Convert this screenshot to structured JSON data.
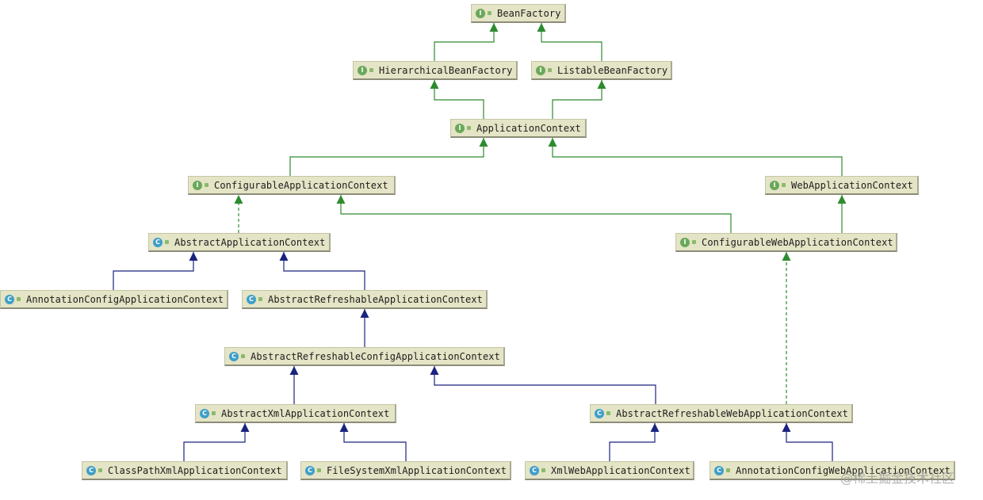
{
  "colors": {
    "implements": "#2e8b2e",
    "extends": "#1a237e",
    "interface_badge": "#6aa85a",
    "class_badge": "#3f9ec8",
    "node_fill": "#e4e4c6"
  },
  "nodes": [
    {
      "id": "bf",
      "kind": "interface",
      "badge": "I",
      "label": "BeanFactory"
    },
    {
      "id": "hbf",
      "kind": "interface",
      "badge": "I",
      "label": "HierarchicalBeanFactory"
    },
    {
      "id": "lbf",
      "kind": "interface",
      "badge": "I",
      "label": "ListableBeanFactory"
    },
    {
      "id": "ac",
      "kind": "interface",
      "badge": "I",
      "label": "ApplicationContext"
    },
    {
      "id": "cac",
      "kind": "interface",
      "badge": "I",
      "label": "ConfigurableApplicationContext"
    },
    {
      "id": "wac",
      "kind": "interface",
      "badge": "I",
      "label": "WebApplicationContext"
    },
    {
      "id": "aac",
      "kind": "class",
      "badge": "C",
      "label": "AbstractApplicationContext"
    },
    {
      "id": "cwac",
      "kind": "interface",
      "badge": "I",
      "label": "ConfigurableWebApplicationContext"
    },
    {
      "id": "anac",
      "kind": "class",
      "badge": "C",
      "label": "AnnotationConfigApplicationContext"
    },
    {
      "id": "arac",
      "kind": "class",
      "badge": "C",
      "label": "AbstractRefreshableApplicationContext"
    },
    {
      "id": "arcac",
      "kind": "class",
      "badge": "C",
      "label": "AbstractRefreshableConfigApplicationContext"
    },
    {
      "id": "axac",
      "kind": "class",
      "badge": "C",
      "label": "AbstractXmlApplicationContext"
    },
    {
      "id": "arwac",
      "kind": "class",
      "badge": "C",
      "label": "AbstractRefreshableWebApplicationContext"
    },
    {
      "id": "cpx",
      "kind": "class",
      "badge": "C",
      "label": "ClassPathXmlApplicationContext"
    },
    {
      "id": "fsx",
      "kind": "class",
      "badge": "C",
      "label": "FileSystemXmlApplicationContext"
    },
    {
      "id": "xwac",
      "kind": "class",
      "badge": "C",
      "label": "XmlWebApplicationContext"
    },
    {
      "id": "acwac",
      "kind": "class",
      "badge": "C",
      "label": "AnnotationConfigWebApplicationContext"
    }
  ],
  "edges": [
    {
      "from": "hbf",
      "to": "bf",
      "type": "extends-interface"
    },
    {
      "from": "lbf",
      "to": "bf",
      "type": "extends-interface"
    },
    {
      "from": "ac",
      "to": "hbf",
      "type": "extends-interface"
    },
    {
      "from": "ac",
      "to": "lbf",
      "type": "extends-interface"
    },
    {
      "from": "cac",
      "to": "ac",
      "type": "extends-interface"
    },
    {
      "from": "wac",
      "to": "ac",
      "type": "extends-interface"
    },
    {
      "from": "cwac",
      "to": "cac",
      "type": "extends-interface"
    },
    {
      "from": "cwac",
      "to": "wac",
      "type": "extends-interface"
    },
    {
      "from": "aac",
      "to": "cac",
      "type": "implements"
    },
    {
      "from": "arwac",
      "to": "cwac",
      "type": "implements"
    },
    {
      "from": "anac",
      "to": "aac",
      "type": "extends"
    },
    {
      "from": "arac",
      "to": "aac",
      "type": "extends"
    },
    {
      "from": "arcac",
      "to": "arac",
      "type": "extends"
    },
    {
      "from": "axac",
      "to": "arcac",
      "type": "extends"
    },
    {
      "from": "arwac",
      "to": "arcac",
      "type": "extends"
    },
    {
      "from": "cpx",
      "to": "axac",
      "type": "extends"
    },
    {
      "from": "fsx",
      "to": "axac",
      "type": "extends"
    },
    {
      "from": "xwac",
      "to": "arwac",
      "type": "extends"
    },
    {
      "from": "acwac",
      "to": "arwac",
      "type": "extends"
    }
  ],
  "watermark": "@稀土掘金技术社区"
}
